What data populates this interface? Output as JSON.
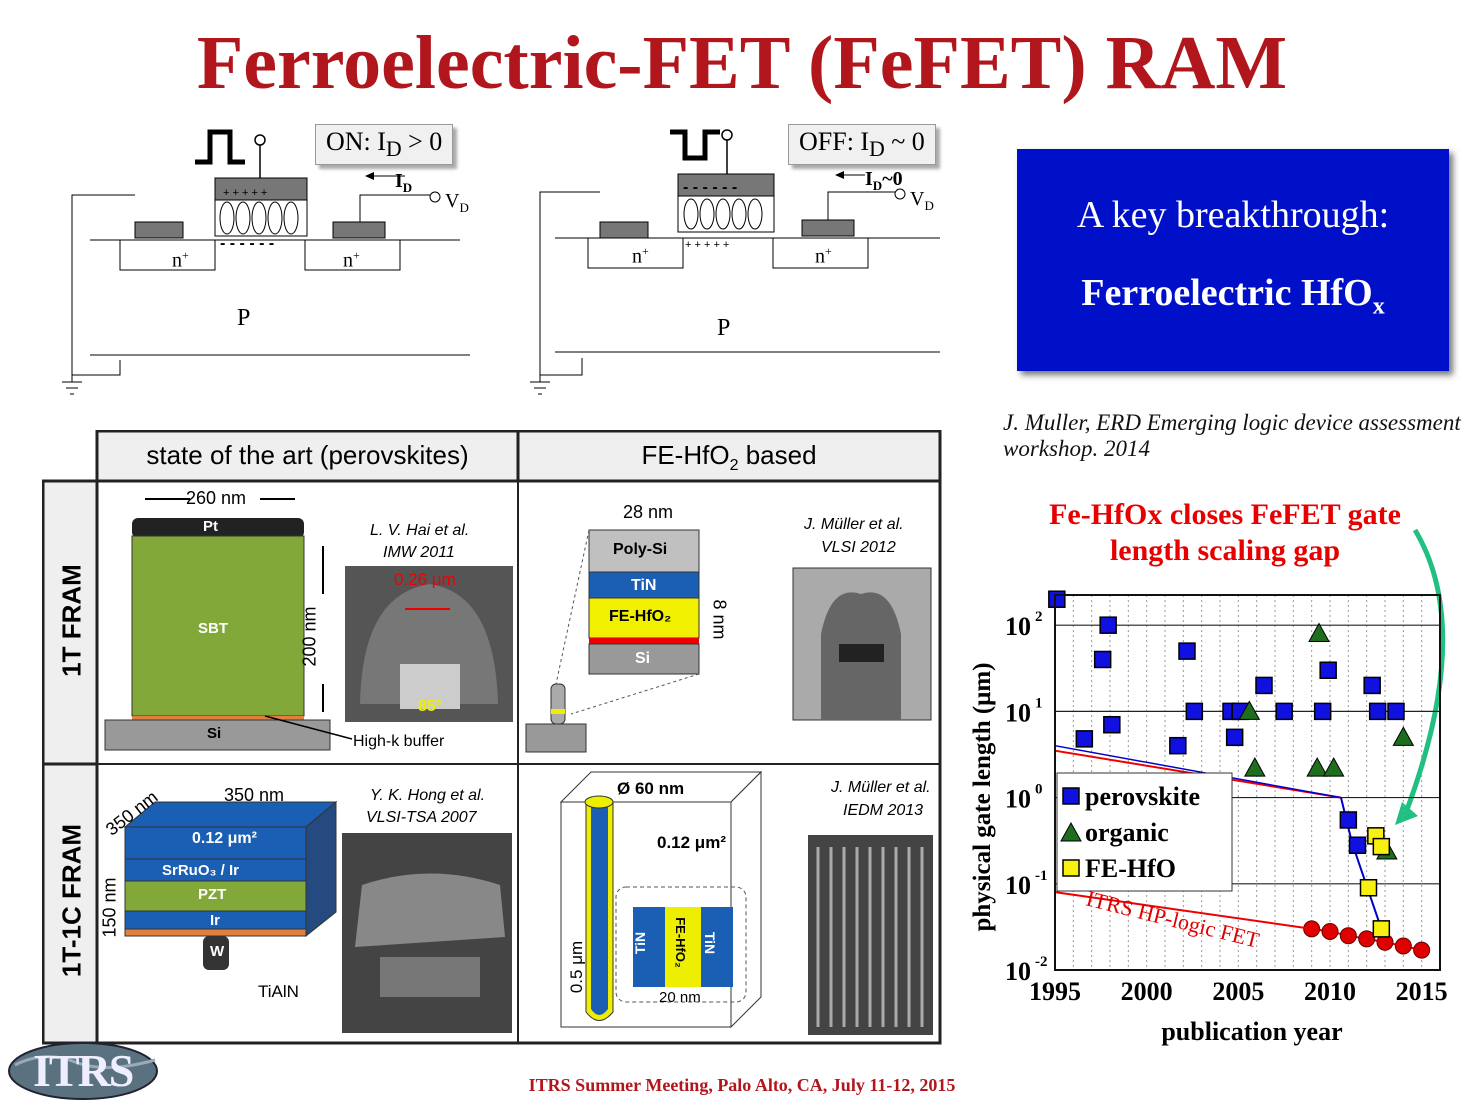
{
  "title": "Ferroelectric-FET (FeFET) RAM",
  "diagram_on": {
    "callout_prefix": "ON: I",
    "callout_sub": "D",
    "callout_suffix": " > 0",
    "id_label": "I",
    "id_sub": "D",
    "vd_label": "V",
    "vd_sub": "D",
    "n_left": "n",
    "n_right": "n",
    "n_sup": "+",
    "substrate": "P"
  },
  "diagram_off": {
    "callout_prefix": "OFF: I",
    "callout_sub": "D",
    "callout_suffix": " ~ 0",
    "id_label": "I",
    "id_sub": "D",
    "id_suffix": "~0",
    "vd_label": "V",
    "vd_sub": "D",
    "n_left": "n",
    "n_right": "n",
    "n_sup": "+",
    "substrate": "P"
  },
  "breakthrough": {
    "line1": "A key breakthrough:",
    "line2": "Ferroelectric HfO",
    "line2_sub": "x"
  },
  "reference": "J. Muller, ERD Emerging logic device assessment workshop. 2014",
  "table": {
    "col1_header": "state of the art (perovskites)",
    "col2_header_prefix": "FE-HfO",
    "col2_header_sub": "2",
    "col2_header_suffix": " based",
    "row1_label": "1T FRAM",
    "row2_label": "1T-1C FRAM",
    "cell_11": {
      "width_label": "260 nm",
      "height_label": "200 nm",
      "layer_top": "Pt",
      "layer_mid": "SBT",
      "layer_bottom": "Si",
      "buffer_label": "High-k buffer",
      "citation1": "L. V. Hai et al.",
      "citation2": "IMW 2011",
      "sem_scale": "0.26 μm",
      "sem_angle": "85°"
    },
    "cell_12": {
      "width_label": "28 nm",
      "thickness_label": "8 nm",
      "layer1": "Poly-Si",
      "layer2": "TiN",
      "layer3": "FE-HfO₂",
      "layer4": "Si",
      "citation1": "J. Müller et al.",
      "citation2": "VLSI 2012"
    },
    "cell_21": {
      "width_label": "350 nm",
      "depth_label": "350 nm",
      "height_label": "150 nm",
      "area_label": "0.12 μm²",
      "layer1": "SrRuO₃ / Ir",
      "layer2": "PZT",
      "layer3": "Ir",
      "plug": "W",
      "barrier": "TiAlN",
      "citation1": "Y. K. Hong et al.",
      "citation2": "VLSI-TSA 2007"
    },
    "cell_22": {
      "diameter_label": "Ø 60 nm",
      "area_label": "0.12 μm²",
      "height_label": "0.5 μm",
      "inset_left": "TiN",
      "inset_mid": "FE-HfO₂",
      "inset_right": "TiN",
      "inset_width": "20 nm",
      "citation1": "J. Müller et al.",
      "citation2": "IEDM 2013"
    }
  },
  "annotation": {
    "line1": "Fe-HfOx closes FeFET gate",
    "line2": "length scaling gap"
  },
  "chart_data": {
    "type": "scatter",
    "xlabel": "publication year",
    "ylabel": "physical gate length (μm)",
    "xlim": [
      1995,
      2016
    ],
    "ylim_log10": [
      -2,
      2.35
    ],
    "scale_y": "log",
    "x_ticks": [
      "1995",
      "2000",
      "2005",
      "2010",
      "2015"
    ],
    "y_ticks": [
      {
        "base": "10",
        "exp": "2"
      },
      {
        "base": "10",
        "exp": "1"
      },
      {
        "base": "10",
        "exp": "0"
      },
      {
        "base": "10",
        "exp": "-1"
      },
      {
        "base": "10",
        "exp": "-2"
      }
    ],
    "legend": [
      "perovskite",
      "organic",
      "FE-HfO"
    ],
    "legend_position": "left-middle",
    "series": [
      {
        "name": "perovskite",
        "marker": "square",
        "color": "#1010e0",
        "points": [
          [
            1995.1,
            200
          ],
          [
            1996.6,
            4.8
          ],
          [
            1997.6,
            40
          ],
          [
            1997.9,
            100
          ],
          [
            1998.1,
            7
          ],
          [
            2001.7,
            4
          ],
          [
            2002.2,
            50
          ],
          [
            2002.6,
            10
          ],
          [
            2004.6,
            10
          ],
          [
            2004.8,
            5
          ],
          [
            2005.1,
            10
          ],
          [
            2006.4,
            20
          ],
          [
            2007.5,
            10
          ],
          [
            2009.6,
            10
          ],
          [
            2009.9,
            30
          ],
          [
            2011.0,
            0.55
          ],
          [
            2011.5,
            0.28
          ],
          [
            2012.3,
            20
          ],
          [
            2012.6,
            10
          ],
          [
            2013.6,
            10
          ]
        ]
      },
      {
        "name": "organic",
        "marker": "triangle",
        "color": "#1e6e1e",
        "points": [
          [
            2005.6,
            10
          ],
          [
            2005.9,
            2.2
          ],
          [
            2009.4,
            80
          ],
          [
            2009.3,
            2.2
          ],
          [
            2010.2,
            2.2
          ],
          [
            2013.1,
            0.24
          ],
          [
            2014.0,
            5
          ]
        ]
      },
      {
        "name": "FE-HfO",
        "marker": "square",
        "color": "#f8f010",
        "points": [
          [
            2012.1,
            0.09
          ],
          [
            2012.5,
            0.36
          ],
          [
            2012.8,
            0.27
          ],
          [
            2012.8,
            0.03
          ]
        ]
      }
    ],
    "lines": [
      {
        "name": "ITRS HP-logic FET",
        "color": "#e00000",
        "points": [
          [
            2009.0,
            0.03
          ],
          [
            2010.0,
            0.028
          ],
          [
            2011.0,
            0.025
          ],
          [
            2012.0,
            0.023
          ],
          [
            2013.0,
            0.021
          ],
          [
            2014.0,
            0.019
          ],
          [
            2015.0,
            0.017
          ]
        ]
      }
    ],
    "itrs_label": "ITRS HP-logic FET"
  },
  "footer": "ITRS Summer Meeting, Palo Alto, CA, July 11-12, 2015",
  "logo_text": "ITRS"
}
